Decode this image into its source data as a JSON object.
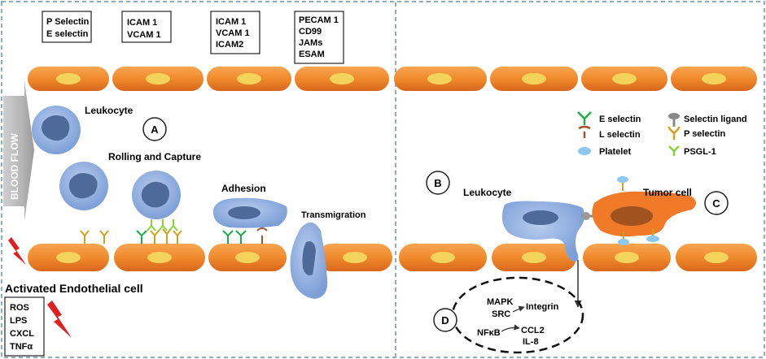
{
  "boxes": {
    "b1": [
      "P Selectin",
      "E selectin"
    ],
    "b2": [
      "ICAM 1",
      "VCAM 1"
    ],
    "b3": [
      "ICAM 1",
      "VCAM 1",
      "ICAM2"
    ],
    "b4": [
      "PECAM 1",
      "CD99",
      "JAMs",
      "ESAM"
    ]
  },
  "labels": {
    "blood_flow": "BLOOD FLOW",
    "leukocyte": "Leukocyte",
    "rolling": "Rolling and Capture",
    "adhesion": "Adhesion",
    "transmigration": "Transmigration",
    "activated": "Activated Endothelial cell",
    "leukocyte_right": "Leukocyte",
    "tumor_cell": "Tumor cell"
  },
  "panels": {
    "a": "A",
    "b": "B",
    "c": "C",
    "d": "D"
  },
  "activators": [
    "ROS",
    "LPS",
    "CXCL",
    "TNFα"
  ],
  "legend": {
    "e_selectin": "E selectin",
    "selectin_ligand": "Selectin ligand",
    "l_selectin": "L selectin",
    "p_selectin": "P selectin",
    "platelet": "Platelet",
    "psgl1": "PSGL-1"
  },
  "signaling": {
    "mapk": "MAPK",
    "src": "SRC",
    "integrin": "Integrin",
    "nfkb": "NFκB",
    "ccl2": "CCL2",
    "il8": "IL-8"
  },
  "colors": {
    "endothelial": "#f08a2c",
    "endothelial_dark": "#d8661a",
    "nucleus": "#f4d35c",
    "leukocyte": "#8fb0e0",
    "leukocyte_nucleus": "#4d6a98",
    "tumor": "#f07a28",
    "tumor_nucleus": "#a2521e",
    "e_selectin": "#19b04a",
    "l_selectin": "#a0522d",
    "p_selectin": "#d4a017",
    "platelet": "#8cc8ef",
    "psgl1": "#8bd23a",
    "ligand": "#888888",
    "flow_red": "#e02020"
  }
}
